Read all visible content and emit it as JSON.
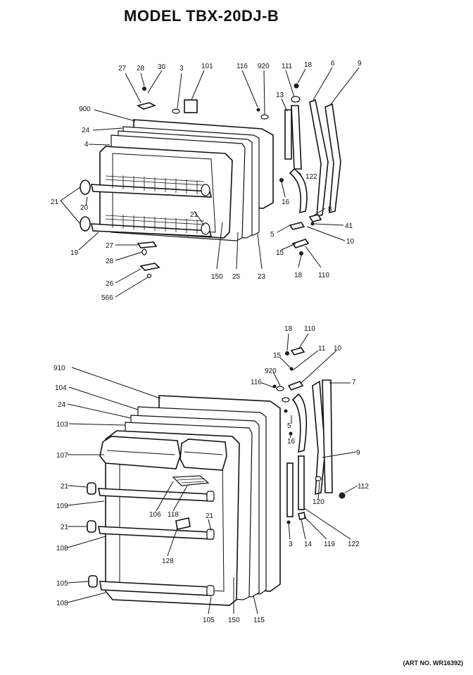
{
  "title": "MODEL TBX-20DJ-B",
  "art_number": "(ART NO. WR16392)",
  "labels": {
    "top": {
      "l27a": "27",
      "l28a": "28",
      "l30": "30",
      "l3a": "3",
      "l101": "101",
      "l116a": "116",
      "l920a": "920",
      "l111": "111",
      "l18a": "18",
      "l6": "6",
      "l9a": "9",
      "l900": "900",
      "l13": "13",
      "l24a": "24",
      "l4": "4",
      "l122a": "122",
      "l21a": "21",
      "l20": "20",
      "l16a": "16",
      "l8": "8",
      "l21b": "21",
      "l5a": "5",
      "l41": "41",
      "l10a": "10",
      "l19": "19",
      "l15a": "15",
      "l27b": "27",
      "l28b": "28",
      "l150a": "150",
      "l25": "25",
      "l23": "23",
      "l18b": "18",
      "l110a": "110",
      "l26": "26",
      "l566": "566"
    },
    "bottom": {
      "l18c": "18",
      "l110b": "110",
      "l15b": "15",
      "l11": "11",
      "l10b": "10",
      "l910": "910",
      "l920b": "920",
      "l116b": "116",
      "l7": "7",
      "l104": "104",
      "l24b": "24",
      "l5b": "5",
      "l103": "103",
      "l16b": "16",
      "l107": "107",
      "l9b": "9",
      "l21c": "21",
      "l112": "112",
      "l106": "106",
      "l118": "118",
      "l109": "109",
      "l120": "120",
      "l21d": "21",
      "l21e": "21",
      "l3b": "3",
      "l14": "14",
      "l119": "119",
      "l122b": "122",
      "l108a": "108",
      "l128": "128",
      "l105a": "105",
      "l108b": "108",
      "l105b": "105",
      "l150b": "150",
      "l115": "115"
    }
  }
}
